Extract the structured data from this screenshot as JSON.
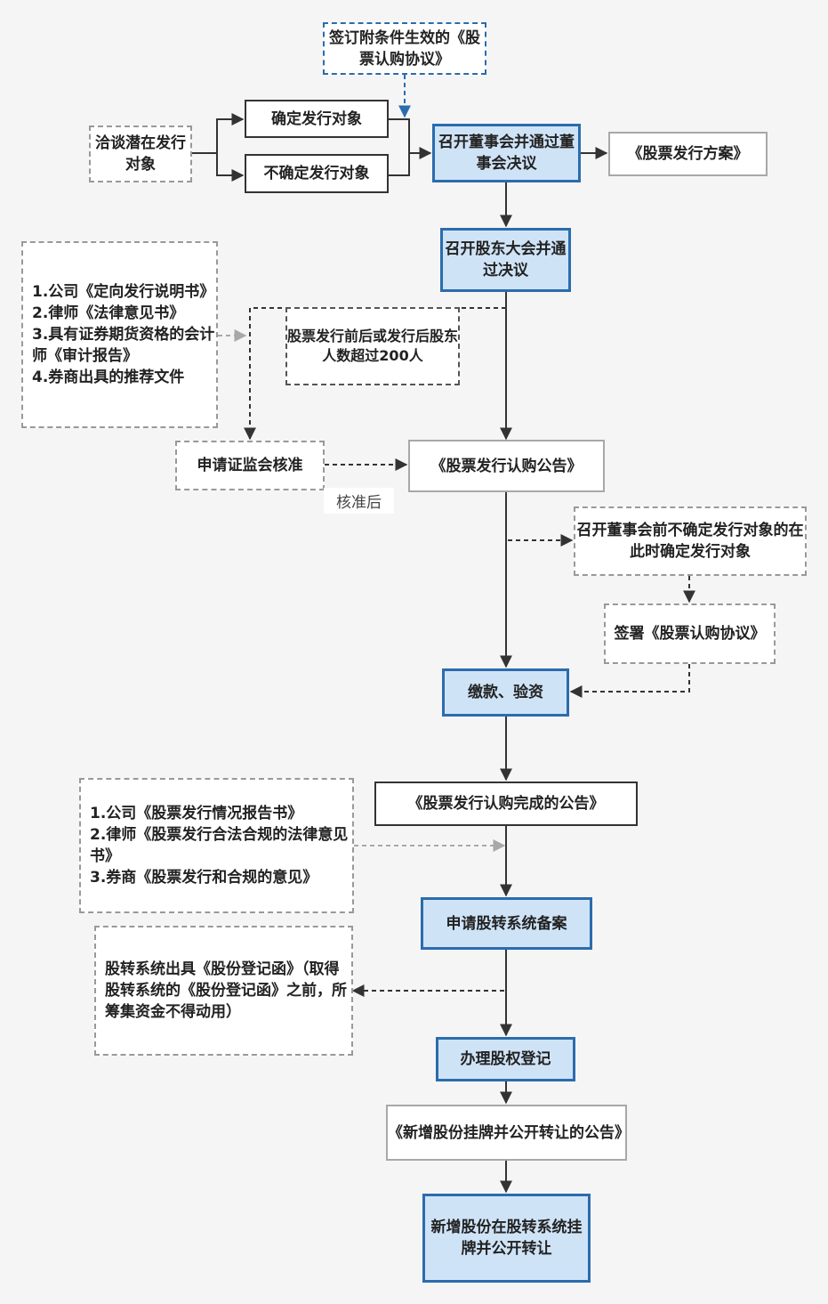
{
  "nodes": {
    "sign_agreement": "签订附条件生效的《股票认购协议》",
    "negotiate": "洽谈潜在发行对象",
    "determine_target": "确定发行对象",
    "undetermined_target": "不确定发行对象",
    "board_meeting": "召开董事会并通过董事会决议",
    "issue_plan": "《股票发行方案》",
    "shareholders_meeting": "召开股东大会并通过决议",
    "docs_list_1": "1.公司《定向发行说明书》\n2.律师《法律意见书》\n3.具有证券期货资格的会计师《审计报告》\n4.券商出具的推荐文件",
    "over_200": "股票发行前后或发行后股东人数超过200人",
    "csrc_approval": "申请证监会核准",
    "approval_after": "核准后",
    "subscription_notice": "《股票发行认购公告》",
    "determine_later": "召开董事会前不确定发行对象的在此时确定发行对象",
    "sign_subscription": "签署《股票认购协议》",
    "payment_verification": "缴款、验资",
    "completion_notice": "《股票发行认购完成的公告》",
    "docs_list_2": "1.公司《股票发行情况报告书》\n2.律师《股票发行合法合规的法律意见书》\n3.券商《股票发行和合规的意见》",
    "filing": "申请股转系统备案",
    "registration_letter": "股转系统出具《股份登记函》（取得股转系统的《股份登记函》之前，所筹集资金不得动用）",
    "equity_registration": "办理股权登记",
    "listing_notice": "《新增股份挂牌并公开转让的公告》",
    "final_listing": "新增股份在股转系统挂牌并公开转让"
  },
  "colors": {
    "blue_fill": "#cfe3f7",
    "blue_border": "#2b6cad",
    "dark_line": "#333333",
    "grey_line": "#a8a8a8"
  }
}
